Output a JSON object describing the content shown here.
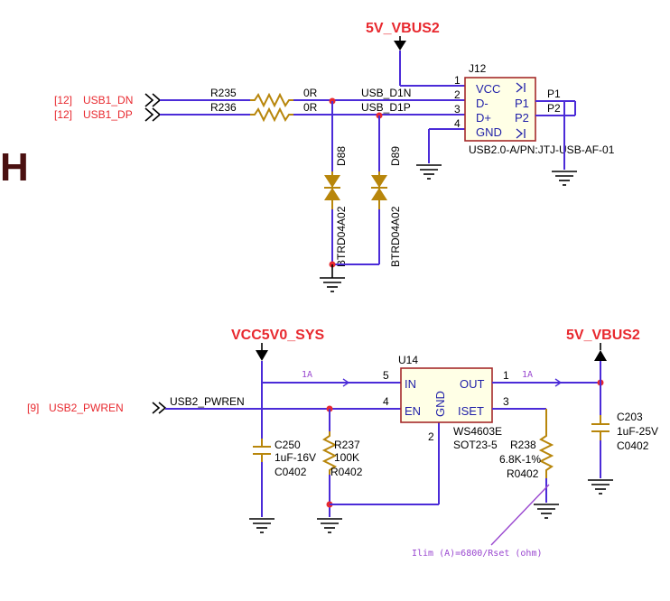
{
  "section_letter": "H",
  "top": {
    "vbus_label": "5V_VBUS2",
    "in_dn": {
      "ref": "[12]",
      "name": "USB1_DN"
    },
    "in_dp": {
      "ref": "[12]",
      "name": "USB1_DP"
    },
    "r235": {
      "ref": "R235",
      "val": "0R"
    },
    "r236": {
      "ref": "R236",
      "val": "0R"
    },
    "net_d1n": "USB_D1N",
    "net_d1p": "USB_D1P",
    "d88": {
      "ref": "D88",
      "part": "BTRD04A02"
    },
    "d89": {
      "ref": "D89",
      "part": "BTRD04A02"
    },
    "j12": {
      "ref": "J12",
      "pins": [
        "1",
        "2",
        "3",
        "4"
      ],
      "pin_names": [
        "VCC",
        "D-",
        "D+",
        "GND"
      ],
      "shield_pins": [
        "P1",
        "P2"
      ],
      "shield_nets": [
        "P1",
        "P2"
      ],
      "part": "USB2.0-A/PN:JTJ-USB-AF-01"
    }
  },
  "bottom": {
    "vcc_label": "VCC5V0_SYS",
    "vbus_label": "5V_VBUS2",
    "pwren": {
      "ref": "[9]",
      "name": "USB2_PWREN"
    },
    "net_pwren": "USB2_PWREN",
    "current_in": "1A",
    "current_out": "1A",
    "u14": {
      "ref": "U14",
      "pin_in": "IN",
      "pin_en": "EN",
      "pin_out": "OUT",
      "pin_iset": "ISET",
      "pin_gnd": "GND",
      "num_in": "5",
      "num_en": "4",
      "num_out": "1",
      "num_iset": "3",
      "num_gnd": "2",
      "part": "WS4603E",
      "package": "SOT23-5"
    },
    "c250": {
      "ref": "C250",
      "val": "1uF-16V",
      "pkg": "C0402"
    },
    "r237": {
      "ref": "R237",
      "val": "100K",
      "pkg": "R0402"
    },
    "r238": {
      "ref": "R238",
      "val": "6.8K-1%",
      "pkg": "R0402"
    },
    "c203": {
      "ref": "C203",
      "val": "1uF-25V",
      "pkg": "C0402"
    },
    "note": "Ilim (A)=6800/Rset (ohm)"
  }
}
